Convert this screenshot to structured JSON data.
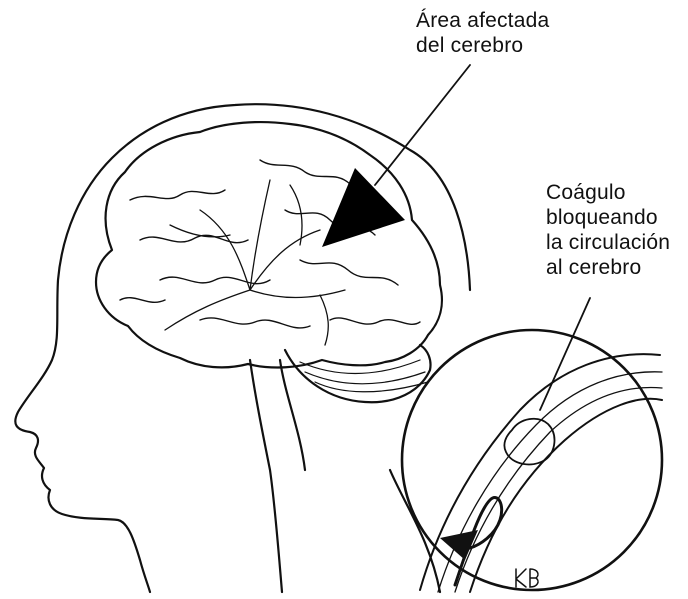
{
  "labels": {
    "affected_area": [
      "Área afectada",
      "del cerebro"
    ],
    "clot": [
      "Coágulo",
      "bloqueando",
      "la circulación",
      "al cerebro"
    ]
  },
  "signature": "KB",
  "colors": {
    "ink": "#111111",
    "background": "#ffffff",
    "affected_area_fill": "#000000"
  }
}
